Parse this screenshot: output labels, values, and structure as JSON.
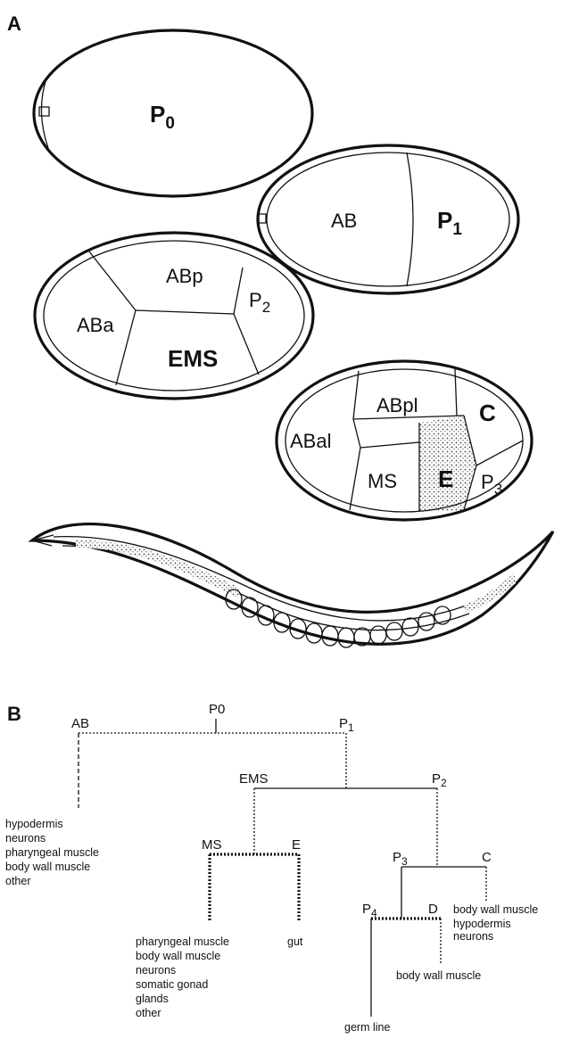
{
  "panel_a": {
    "label": "A",
    "one_cell": {
      "cell": "P0"
    },
    "two_cell": {
      "cells": [
        "AB",
        "P1"
      ]
    },
    "four_cell": {
      "cells": [
        "ABa",
        "ABp",
        "P2",
        "EMS"
      ]
    },
    "eight_cell": {
      "cells": [
        "ABal",
        "ABpl",
        "C",
        "MS",
        "E",
        "P3"
      ]
    },
    "highlight_color": "#cfcfcf"
  },
  "panel_b": {
    "label": "B",
    "nodes": {
      "p0": "P0",
      "ab": "AB",
      "p1": "P1",
      "ems": "EMS",
      "p2": "P2",
      "ms": "MS",
      "e": "E",
      "p3": "P3",
      "c": "C",
      "p4": "P4",
      "d": "D"
    },
    "fates": {
      "ab": [
        "hypodermis",
        "neurons",
        "pharyngeal muscle",
        "body wall muscle",
        "other"
      ],
      "ms": [
        "pharyngeal muscle",
        "body wall muscle",
        "neurons",
        "somatic gonad",
        "glands",
        "other"
      ],
      "e": [
        "gut"
      ],
      "c": [
        "body wall muscle",
        "hypodermis",
        "neurons"
      ],
      "d": [
        "body wall muscle"
      ],
      "p4": [
        "germ line"
      ]
    }
  }
}
